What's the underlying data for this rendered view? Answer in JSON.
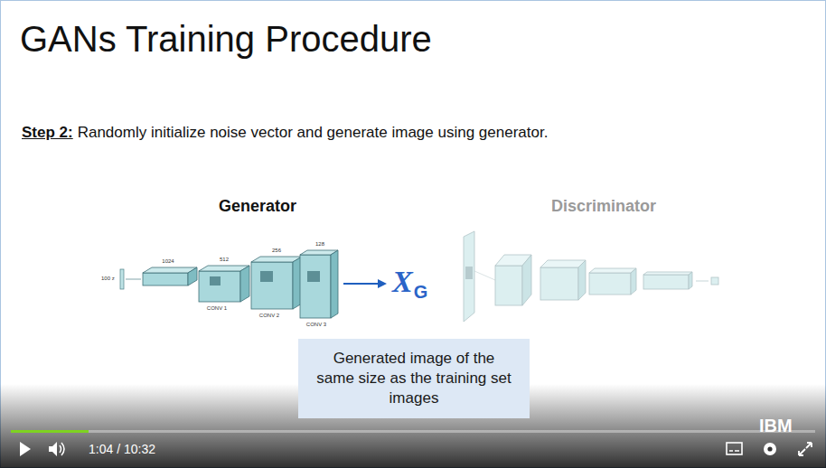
{
  "diagram": {
    "title": "GANs Training Procedure",
    "nodes": [
      {
        "text": [
          "Generated image of the same size as the training set images"
        ]
      }
    ],
    "labels": [
      "Step 2:",
      "Randomly initialize noise vector and generate image using generator.",
      "Generator",
      "Discriminator",
      "X",
      "G",
      "100 z",
      "1024",
      "512",
      "256",
      "128",
      "CONV 1",
      "CONV 2",
      "CONV 3",
      "1:04 / 10:32",
      "IBM"
    ]
  }
}
